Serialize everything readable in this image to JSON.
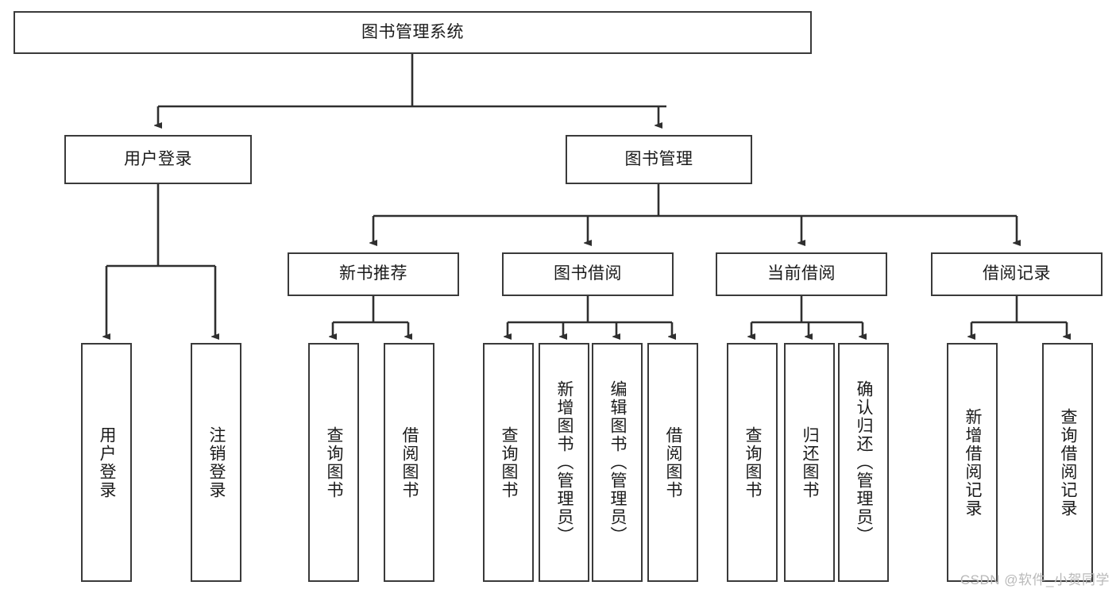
{
  "diagram": {
    "title": "图书管理系统",
    "watermark": "CSDN @软件_小贺同学",
    "colors": {
      "box_border": "#3a3a3a",
      "box_fill": "#ffffff",
      "connector": "#2f2f2f",
      "text": "#1b1b1b",
      "watermark": "#b9b9b9",
      "background": "#ffffff"
    },
    "root": {
      "label": "图书管理系统"
    },
    "level2": [
      {
        "label": "用户登录"
      },
      {
        "label": "图书管理"
      }
    ],
    "level3": [
      {
        "label": "新书推荐"
      },
      {
        "label": "图书借阅"
      },
      {
        "label": "当前借阅"
      },
      {
        "label": "借阅记录"
      }
    ],
    "leaves": {
      "user_login": [
        {
          "label": "用户登录"
        },
        {
          "label": "注销登录"
        }
      ],
      "new_book_recommend": [
        {
          "label": "查询图书"
        },
        {
          "label": "借阅图书"
        }
      ],
      "book_borrow": [
        {
          "label": "查询图书"
        },
        {
          "label": "新增图书（管理员）"
        },
        {
          "label": "编辑图书（管理员）"
        },
        {
          "label": "借阅图书"
        }
      ],
      "current_borrow": [
        {
          "label": "查询图书"
        },
        {
          "label": "归还图书"
        },
        {
          "label": "确认归还（管理员）"
        }
      ],
      "borrow_records": [
        {
          "label": "新增借阅记录"
        },
        {
          "label": "查询借阅记录"
        }
      ]
    }
  }
}
